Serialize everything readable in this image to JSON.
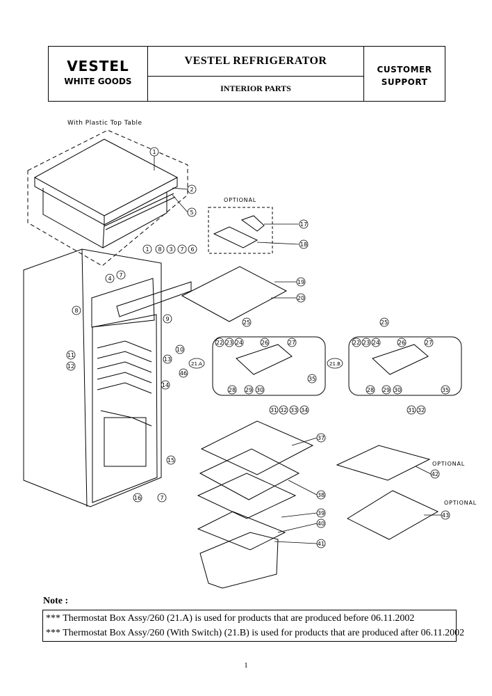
{
  "header": {
    "brand": "VESTEL",
    "brand_sub": "WHITE GOODS",
    "title": "VESTEL REFRIGERATOR",
    "subtitle": "INTERIOR PARTS",
    "support_line1": "CUSTOMER",
    "support_line2": "SUPPORT"
  },
  "diagram": {
    "top_label": "With Plastic Top Table",
    "optional_label_1": "OPTIONAL",
    "optional_label_2": "OPTIONAL",
    "optional_label_3": "OPTIONAL",
    "callouts": {
      "c1a": "1",
      "c2": "2",
      "c5": "5",
      "c1b": "1",
      "c8a": "8",
      "c3": "3",
      "c7a": "7",
      "c6": "6",
      "c4": "4",
      "c7b": "7",
      "c8b": "8",
      "c9": "9",
      "c10": "10",
      "c13": "13",
      "c11": "11",
      "c12": "12",
      "c14": "14",
      "c46": "46",
      "c15": "15",
      "c16": "16",
      "c7c": "7",
      "c17": "17",
      "c18": "18",
      "c19": "19",
      "c20": "20",
      "c25a": "25",
      "c25b": "25",
      "c22a": "22",
      "c23a": "23",
      "c24a": "24",
      "c26a": "26",
      "c27a": "27",
      "c21a": "21.A",
      "c35a": "35",
      "c28a": "28",
      "c29a": "29",
      "c30a": "30",
      "c31a": "31",
      "c32a": "32",
      "c33": "33",
      "c34": "34",
      "c22b": "22",
      "c23b": "23",
      "c24b": "24",
      "c26b": "26",
      "c27b": "27",
      "c21b": "21.B",
      "c28b": "28",
      "c29b": "29",
      "c30b": "30",
      "c35b": "35",
      "c31b": "31",
      "c32b": "32",
      "c37": "37",
      "c38": "38",
      "c39": "39",
      "c40": "40",
      "c41": "41",
      "c42": "42",
      "c43": "43"
    }
  },
  "note": {
    "title": "Note :",
    "line1": "*** Thermostat Box Assy/260 (21.A) is used for products that are produced before 06.11.2002",
    "line2": "*** Thermostat Box Assy/260 (With Switch) (21.B) is used for products that are produced after 06.11.2002"
  },
  "page_number": "1"
}
